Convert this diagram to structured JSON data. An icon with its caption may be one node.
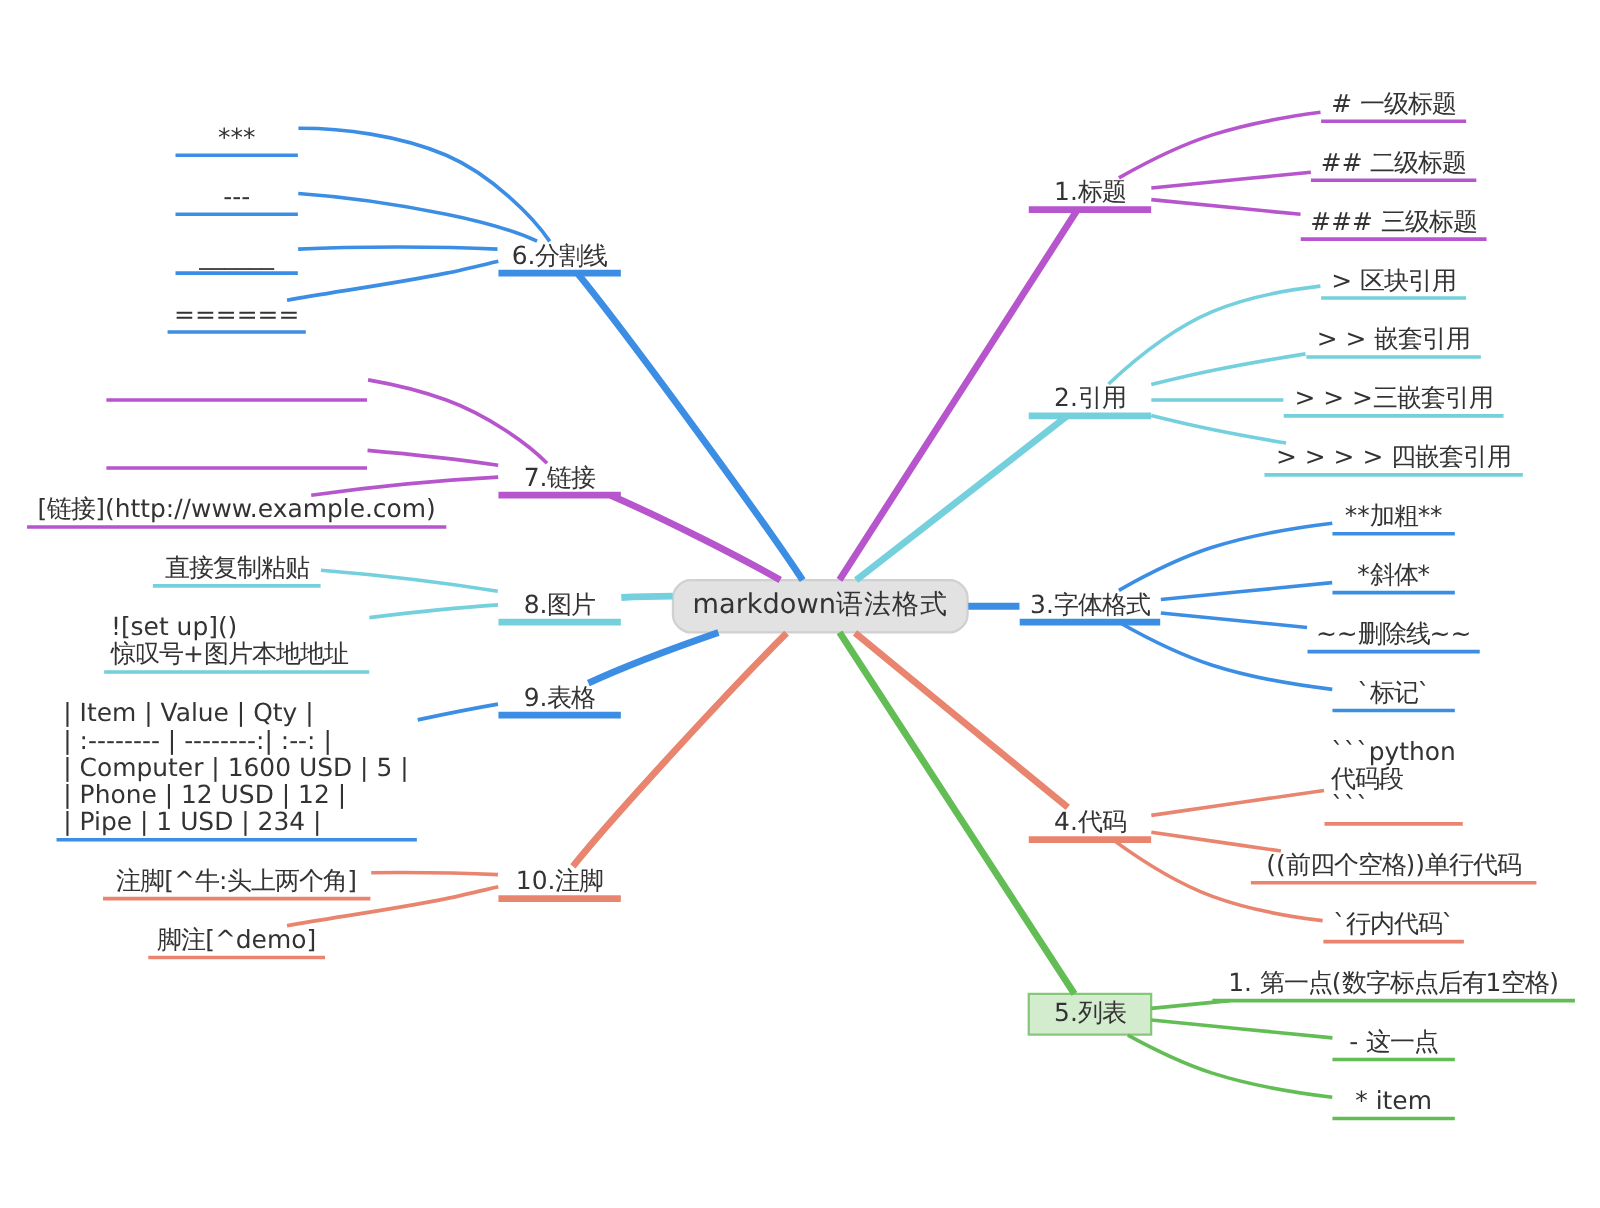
{
  "diagram": {
    "nodes": [
      {
        "text": [
          "markdown语法格式"
        ]
      },
      {
        "text": [
          "1.标题"
        ]
      },
      {
        "text": [
          "# 一级标题"
        ]
      },
      {
        "text": [
          "## 二级标题"
        ]
      },
      {
        "text": [
          "### 三级标题"
        ]
      },
      {
        "text": [
          "2.引用"
        ]
      },
      {
        "text": [
          "> 区块引用"
        ]
      },
      {
        "text": [
          "> > 嵌套引用"
        ]
      },
      {
        "text": [
          "> > >三嵌套引用"
        ]
      },
      {
        "text": [
          "> > > > 四嵌套引用"
        ]
      },
      {
        "text": [
          "3.字体格式"
        ]
      },
      {
        "text": [
          "**加粗**"
        ]
      },
      {
        "text": [
          "*斜体*"
        ]
      },
      {
        "text": [
          "~~删除线~~"
        ]
      },
      {
        "text": [
          "`标记`"
        ]
      },
      {
        "text": [
          "4.代码"
        ]
      },
      {
        "text": [
          "```python",
          "代码段",
          "```"
        ]
      },
      {
        "text": [
          "((前四个空格))单行代码"
        ]
      },
      {
        "text": [
          "`行内代码`"
        ]
      },
      {
        "text": [
          "5.列表"
        ]
      },
      {
        "text": [
          "1. 第一点(数字标点后有1空格)"
        ]
      },
      {
        "text": [
          "- 这一点"
        ]
      },
      {
        "text": [
          "* item"
        ]
      },
      {
        "text": [
          "6.分割线"
        ]
      },
      {
        "text": [
          "***"
        ]
      },
      {
        "text": [
          "---"
        ]
      },
      {
        "text": [
          "______"
        ]
      },
      {
        "text": [
          "======"
        ]
      },
      {
        "text": [
          "7.链接"
        ]
      },
      {
        "text": [],
        "shape": "line"
      },
      {
        "text": [],
        "shape": "line"
      },
      {
        "text": [
          "[链接](http://www.example.com)"
        ]
      },
      {
        "text": [
          "8.图片"
        ]
      },
      {
        "text": [
          "直接复制粘贴"
        ]
      },
      {
        "text": [
          "![set up]()",
          "惊叹号+图片本地地址"
        ]
      },
      {
        "text": [
          "9.表格"
        ]
      },
      {
        "text": [
          "| Item | Value | Qty |",
          "| :-------- | --------:| :--: |",
          "| Computer | 1600 USD | 5 |",
          "| Phone | 12 USD | 12 |",
          "| Pipe | 1 USD | 234 |"
        ]
      },
      {
        "text": [
          "10.注脚"
        ]
      },
      {
        "text": [
          "注脚[^牛:头上两个角]"
        ]
      },
      {
        "text": [
          "脚注[^demo]"
        ]
      }
    ],
    "edges": [
      {
        "from": 0,
        "to": 1,
        "arrow": "none",
        "style": "thick",
        "color": "#b655cc"
      },
      {
        "from": 1,
        "to": 2,
        "arrow": "none",
        "color": "#b655cc"
      },
      {
        "from": 1,
        "to": 3,
        "arrow": "none",
        "color": "#b655cc"
      },
      {
        "from": 1,
        "to": 4,
        "arrow": "none",
        "color": "#b655cc"
      },
      {
        "from": 0,
        "to": 5,
        "arrow": "none",
        "style": "thick",
        "color": "#74d0dc"
      },
      {
        "from": 5,
        "to": 6,
        "arrow": "none",
        "color": "#74d0dc"
      },
      {
        "from": 5,
        "to": 7,
        "arrow": "none",
        "color": "#74d0dc"
      },
      {
        "from": 5,
        "to": 8,
        "arrow": "none",
        "color": "#74d0dc"
      },
      {
        "from": 5,
        "to": 9,
        "arrow": "none",
        "color": "#74d0dc"
      },
      {
        "from": 0,
        "to": 10,
        "arrow": "none",
        "style": "thick"
      },
      {
        "from": 10,
        "to": 11,
        "arrow": "none"
      },
      {
        "from": 10,
        "to": 12,
        "arrow": "none"
      },
      {
        "from": 10,
        "to": 13,
        "arrow": "none"
      },
      {
        "from": 10,
        "to": 14,
        "arrow": "none"
      },
      {
        "from": 0,
        "to": 15,
        "arrow": "none",
        "style": "thick",
        "color": "#e9846f"
      },
      {
        "from": 15,
        "to": 16,
        "arrow": "none",
        "color": "#e9846f"
      },
      {
        "from": 15,
        "to": 17,
        "arrow": "none",
        "color": "#e9846f"
      },
      {
        "from": 15,
        "to": 18,
        "arrow": "none",
        "color": "#e9846f"
      },
      {
        "from": 0,
        "to": 19,
        "arrow": "none",
        "style": "thick",
        "color": "#63bd55"
      },
      {
        "from": 19,
        "to": 20,
        "arrow": "none",
        "color": "#63bd55"
      },
      {
        "from": 19,
        "to": 21,
        "arrow": "none",
        "color": "#63bd55"
      },
      {
        "from": 19,
        "to": 22,
        "arrow": "none",
        "color": "#63bd55"
      },
      {
        "from": 0,
        "to": 23,
        "arrow": "none",
        "style": "thick"
      },
      {
        "from": 23,
        "to": 24,
        "arrow": "none"
      },
      {
        "from": 23,
        "to": 25,
        "arrow": "none"
      },
      {
        "from": 23,
        "to": 26,
        "arrow": "none"
      },
      {
        "from": 23,
        "to": 27,
        "arrow": "none"
      },
      {
        "from": 0,
        "to": 28,
        "arrow": "none",
        "style": "thick",
        "color": "#b655cc"
      },
      {
        "from": 28,
        "to": 29,
        "arrow": "none",
        "color": "#b655cc"
      },
      {
        "from": 28,
        "to": 30,
        "arrow": "none",
        "color": "#b655cc"
      },
      {
        "from": 28,
        "to": 31,
        "arrow": "none",
        "color": "#b655cc"
      },
      {
        "from": 0,
        "to": 32,
        "arrow": "none",
        "style": "thick",
        "color": "#74d0dc"
      },
      {
        "from": 32,
        "to": 33,
        "arrow": "none",
        "color": "#74d0dc"
      },
      {
        "from": 32,
        "to": 34,
        "arrow": "none",
        "color": "#74d0dc"
      },
      {
        "from": 0,
        "to": 35,
        "arrow": "none",
        "style": "thick"
      },
      {
        "from": 35,
        "to": 36,
        "arrow": "none"
      },
      {
        "from": 0,
        "to": 37,
        "arrow": "none",
        "style": "thick",
        "color": "#e9846f"
      },
      {
        "from": 37,
        "to": 38,
        "arrow": "none",
        "color": "#e9846f"
      },
      {
        "from": 37,
        "to": 39,
        "arrow": "none",
        "color": "#e9846f"
      }
    ]
  }
}
